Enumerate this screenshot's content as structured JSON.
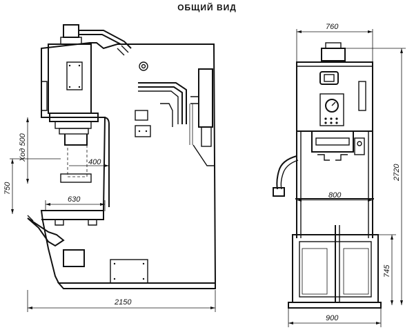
{
  "title": "ОБЩИЙ ВИД",
  "dimensions": {
    "stroke": "Ход 500",
    "throat_depth": "400",
    "height_750": "750",
    "table_width": "630",
    "length": "2150",
    "front_width": "760",
    "total_height": "2720",
    "inner_width": "800",
    "lower_height": "745",
    "base_width": "900"
  }
}
